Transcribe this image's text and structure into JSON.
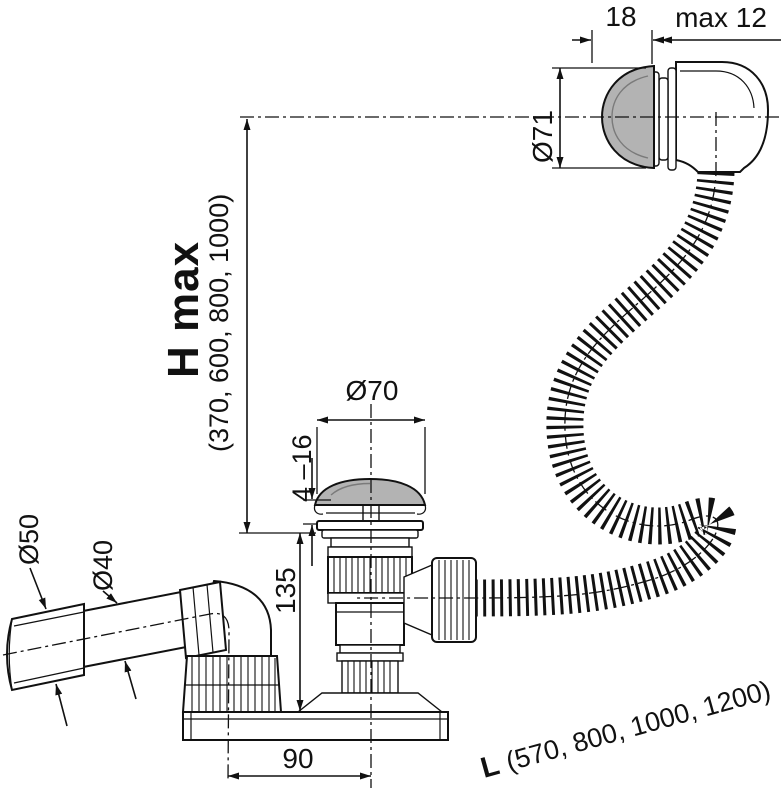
{
  "diagram": {
    "title": "bath waste and overflow set - technical drawing",
    "colors": {
      "line": "#111111",
      "cap_fill": "#b3b3b3",
      "background": "#ffffff"
    },
    "dimensions": {
      "top_width": "18",
      "max_wall": "max 12",
      "overflow_diameter": "Ø71",
      "h_max_label": "H max",
      "h_max_values": "(370, 600, 800, 1000)",
      "plug_diameter": "Ø70",
      "adjust_range": "4 –16",
      "body_height": "135",
      "outlet_diameter_outer": "Ø50",
      "outlet_diameter_inner": "Ø40",
      "outlet_offset": "90",
      "hose_length_label": "L",
      "hose_length_values": "(570, 800, 1000, 1200)"
    }
  }
}
